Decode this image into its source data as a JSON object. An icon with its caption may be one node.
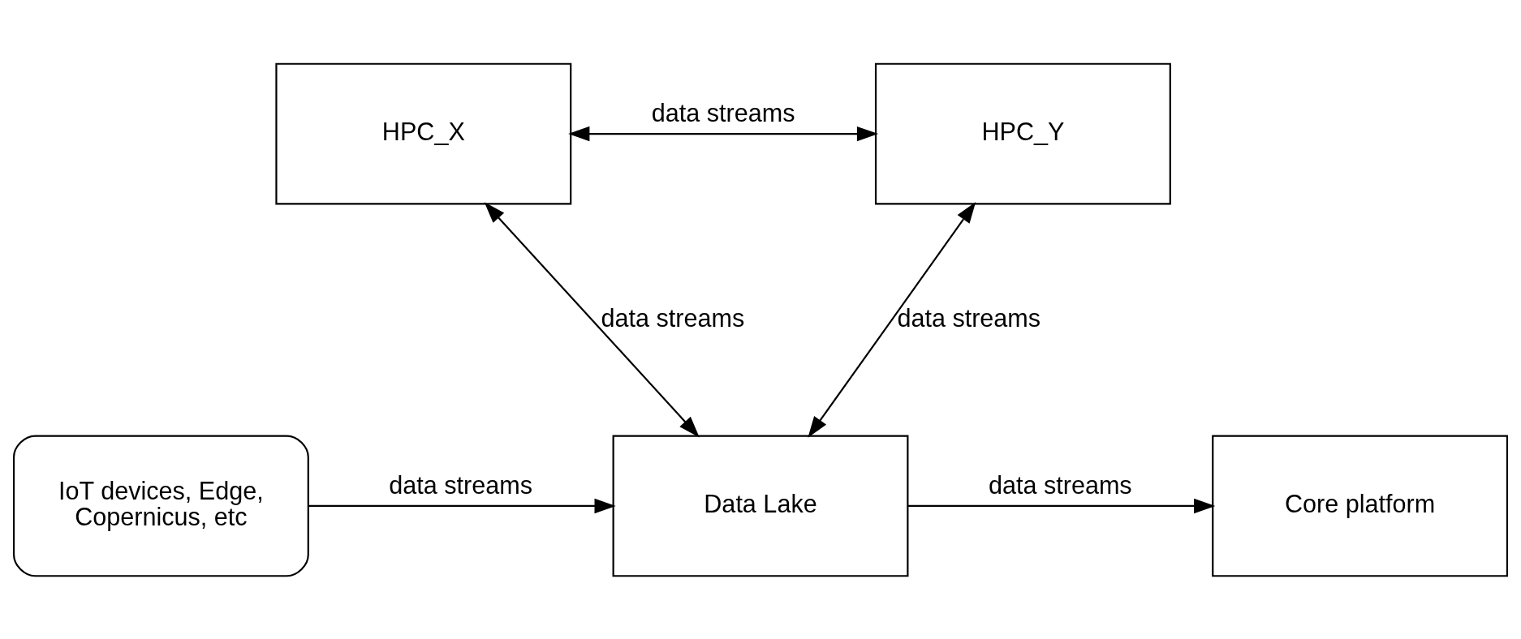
{
  "diagram": {
    "nodes": [
      {
        "text": [
          "HPC_X"
        ]
      },
      {
        "text": [
          "HPC_Y"
        ]
      },
      {
        "text": [
          "IoT devices, Edge, Copernicus, etc"
        ]
      },
      {
        "text": [
          "Data Lake"
        ]
      },
      {
        "text": [
          "Core platform"
        ]
      }
    ],
    "edges": [
      {
        "from": 0,
        "to": 1,
        "arrow": "both",
        "label": "data streams"
      },
      {
        "from": 0,
        "to": 3,
        "arrow": "both",
        "label": "data streams"
      },
      {
        "from": 1,
        "to": 3,
        "arrow": "both",
        "label": "data streams"
      },
      {
        "from": 2,
        "to": 3,
        "arrow": "to",
        "label": "data streams"
      },
      {
        "from": 3,
        "to": 4,
        "arrow": "to",
        "label": "data streams"
      }
    ]
  }
}
